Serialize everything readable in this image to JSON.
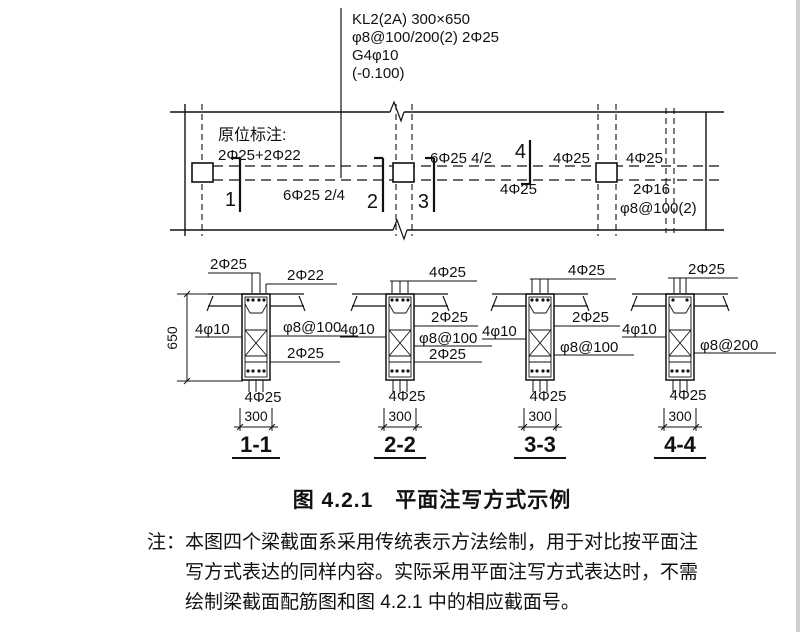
{
  "figure": {
    "caption": "图 4.2.1　平面注写方式示例",
    "note_label": "注：",
    "note_line1": "本图四个梁截面系采用传统表示方法绘制，用于对比按平面注",
    "note_line2": "写方式表达的同样内容。实际采用平面注写方式表达时，不需",
    "note_line3": "绘制梁截面配筋图和图 4.2.1 中的相应截面号。"
  },
  "collective_annotation": {
    "line1": "KL2(2A)  300×650",
    "line2": "φ8@100/200(2)  2Φ25",
    "line3": "G4φ10",
    "line4": "(-0.100)"
  },
  "plan": {
    "insitu_title": "原位标注:",
    "insitu_value": "2Φ25+2Φ22",
    "span1_bottom": "6Φ25 2/4",
    "span2_top": "6Φ25 4/2",
    "span2_bottom": "4Φ25",
    "support3_top_left": "4Φ25",
    "support3_top_right": "4Φ25",
    "span3_bottom_bars": "2Φ16",
    "span3_stirrup": "φ8@100(2)",
    "mark1": "1",
    "mark2": "2",
    "mark3": "3",
    "mark4": "4"
  },
  "sections": [
    {
      "title": "1-1",
      "top_left": "2Φ25",
      "top_right": "2Φ22",
      "side": "4φ10",
      "stirrup": "φ8@100",
      "lower_right": "2Φ25",
      "bottom": "4Φ25",
      "width": "300",
      "height": "650"
    },
    {
      "title": "2-2",
      "top": "4Φ25",
      "upper_right": "2Φ25",
      "side": "4φ10",
      "stirrup": "φ8@100",
      "lower_right": "2Φ25",
      "bottom": "4Φ25",
      "width": "300"
    },
    {
      "title": "3-3",
      "top": "4Φ25",
      "upper_right": "2Φ25",
      "side": "4φ10",
      "stirrup": "φ8@100",
      "bottom": "4Φ25",
      "width": "300"
    },
    {
      "title": "4-4",
      "top": "2Φ25",
      "side": "4φ10",
      "stirrup": "φ8@200",
      "bottom": "4Φ25",
      "width": "300"
    }
  ]
}
